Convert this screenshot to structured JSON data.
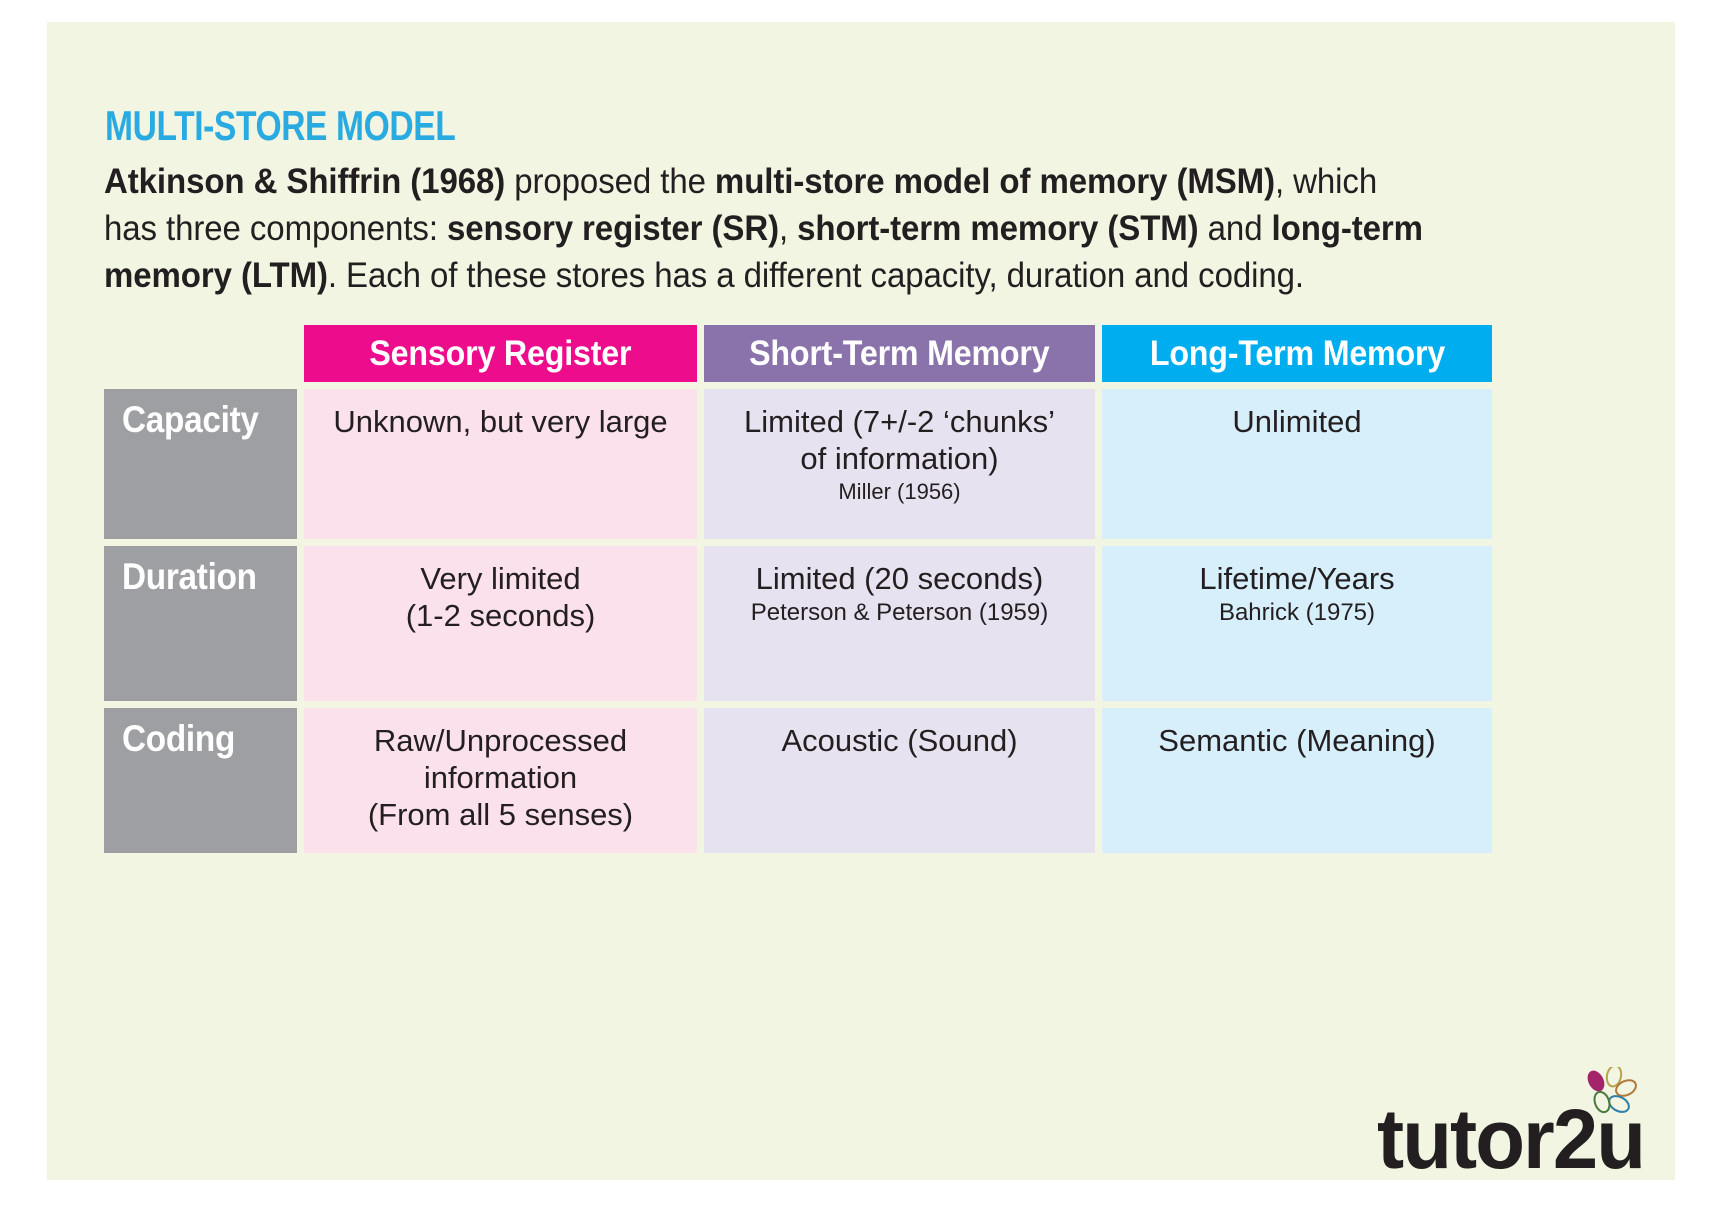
{
  "card": {
    "background_color": "#f1f5e2"
  },
  "header": {
    "title": "MULTI-STORE MODEL",
    "title_color": "#29abe2",
    "intro_segments": [
      {
        "text": "Atkinson & Shiffrin (1968)",
        "bold": true
      },
      {
        "text": " proposed the ",
        "bold": false
      },
      {
        "text": "multi-store model of memory (MSM)",
        "bold": true
      },
      {
        "text": ", which has three components: ",
        "bold": false
      },
      {
        "text": "sensory register (SR)",
        "bold": true
      },
      {
        "text": ", ",
        "bold": false
      },
      {
        "text": "short-term memory (STM)",
        "bold": true
      },
      {
        "text": " and ",
        "bold": false
      },
      {
        "text": "long-term memory (LTM)",
        "bold": true
      },
      {
        "text": ". Each of these stores has a different capacity, duration and coding.",
        "bold": false
      }
    ],
    "intro_plain": "Atkinson & Shiffrin (1968) proposed the multi-store model of memory (MSM), which has three components: sensory register (SR), short-term memory (STM) and long-term memory (LTM). Each of these stores has a different capacity, duration and coding."
  },
  "table": {
    "columns": [
      {
        "label": "Sensory Register",
        "header_color": "#ec0c8c",
        "cell_color": "#fbe1ec"
      },
      {
        "label": "Short-Term Memory",
        "header_color": "#8a72ab",
        "cell_color": "#e6e2ef"
      },
      {
        "label": "Long-Term Memory",
        "header_color": "#00aeef",
        "cell_color": "#d7eefb"
      }
    ],
    "row_label_color": "#9d9fa2",
    "rows": [
      {
        "label": "Capacity",
        "sr": {
          "lines": [
            "Unknown, but very large"
          ],
          "citation": ""
        },
        "stm": {
          "lines": [
            "Limited (7+/-2 ‘chunks’",
            "of information)"
          ],
          "citation": "Miller (1956)"
        },
        "ltm": {
          "lines": [
            "Unlimited"
          ],
          "citation": ""
        }
      },
      {
        "label": "Duration",
        "sr": {
          "lines": [
            "Very limited",
            "(1-2 seconds)"
          ],
          "citation": ""
        },
        "stm": {
          "lines": [
            "Limited (20 seconds)"
          ],
          "citation": "Peterson & Peterson (1959)"
        },
        "ltm": {
          "lines": [
            "Lifetime/Years"
          ],
          "citation": "Bahrick (1975)"
        }
      },
      {
        "label": "Coding",
        "sr": {
          "lines": [
            "Raw/Unprocessed",
            "information",
            "(From all 5 senses)"
          ],
          "citation": ""
        },
        "stm": {
          "lines": [
            "Acoustic (Sound)"
          ],
          "citation": ""
        },
        "ltm": {
          "lines": [
            "Semantic (Meaning)"
          ],
          "citation": ""
        }
      }
    ]
  },
  "logo": {
    "wordmark": "tutor2u",
    "flower_petal_filled_color": "#a4246b"
  }
}
